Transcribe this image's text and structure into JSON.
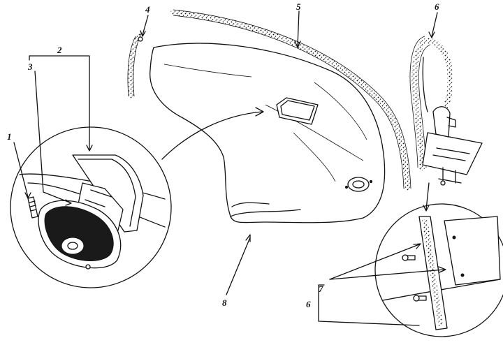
{
  "diagram": {
    "callouts": [
      {
        "id": "c1",
        "text": "1"
      },
      {
        "id": "c2",
        "text": "2"
      },
      {
        "id": "c3",
        "text": "3"
      },
      {
        "id": "c4",
        "text": "4"
      },
      {
        "id": "c5",
        "text": "5"
      },
      {
        "id": "c6a",
        "text": "6"
      },
      {
        "id": "c6b",
        "text": "6"
      },
      {
        "id": "c7",
        "text": "7"
      },
      {
        "id": "c8",
        "text": "8"
      }
    ]
  }
}
